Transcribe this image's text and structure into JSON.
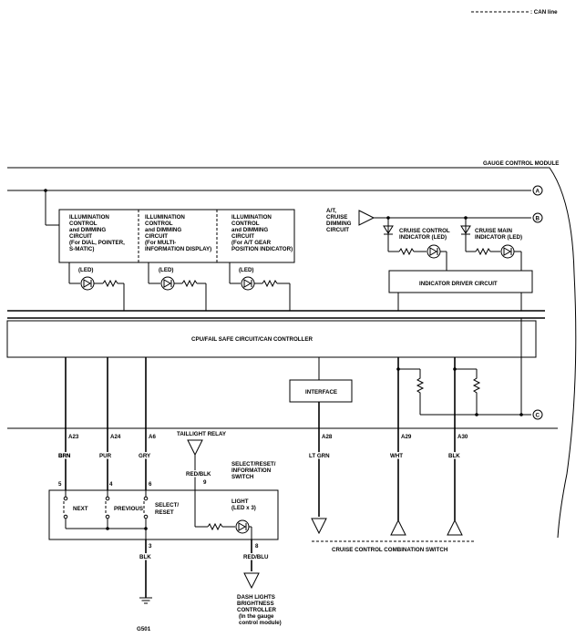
{
  "legend": {
    "can_line": ": CAN line"
  },
  "module": {
    "title": "GAUGE CONTROL MODULE"
  },
  "terminals": {
    "a": "A",
    "b": "B",
    "c": "C"
  },
  "illum_boxes": [
    {
      "lines": [
        "ILLUMINATION",
        "CONTROL",
        "and DIMMING",
        "CIRCUIT",
        "(For DIAL, POINTER,",
        "S-MATIC)"
      ]
    },
    {
      "lines": [
        "ILLUMINATION",
        "CONTROL",
        "and DIMMING",
        "CIRCUIT",
        "(For MULTI-",
        "INFORMATION DISPLAY)"
      ]
    },
    {
      "lines": [
        "ILLUMINATION",
        "CONTROL",
        "and DIMMING",
        "CIRCUIT",
        "(For A/T GEAR",
        "POSITION INDICATOR)"
      ]
    }
  ],
  "led_label": "(LED)",
  "at_dimming": [
    "A/T,",
    "CRUISE",
    "DIMMING",
    "CIRCUIT"
  ],
  "cruise_control_indicator": [
    "CRUISE CONTROL",
    "INDICATOR (LED)"
  ],
  "cruise_main_indicator": [
    "CRUISE MAIN",
    "INDICATOR (LED)"
  ],
  "indicator_driver": "INDICATOR DRIVER CIRCUIT",
  "cpu": "CPU/FAIL SAFE CIRCUIT/CAN CONTROLLER",
  "interface": "INTERFACE",
  "connectors": {
    "a23": "A23",
    "a24": "A24",
    "a6": "A6",
    "a28": "A28",
    "a29": "A29",
    "a30": "A30"
  },
  "wires": {
    "brn": "BRN",
    "pur": "PUR",
    "gry": "GRY",
    "lt_grn": "LT GRN",
    "wht": "WHT",
    "blk_a30": "BLK",
    "red_blk": "RED/BLK",
    "red_blu": "RED/BLU",
    "blk_g": "BLK"
  },
  "taillight_relay": "TAILLIGHT RELAY",
  "switch_title": [
    "SELECT/RESET/",
    "INFORMATION",
    "SWITCH"
  ],
  "pins": {
    "p5": "5",
    "p4": "4",
    "p6": "6",
    "p9": "9",
    "p3": "3",
    "p8": "8"
  },
  "buttons": {
    "next": "NEXT",
    "previous": "PREVIOUS",
    "select_reset": [
      "SELECT/",
      "RESET"
    ]
  },
  "light": [
    "LIGHT",
    "(LED x 3)"
  ],
  "dash_lights": [
    "DASH LIGHTS",
    "BRIGHTNESS",
    "CONTROLLER",
    "(In the gauge",
    "control module)"
  ],
  "ground": "G501",
  "cruise_switch": "CRUISE CONTROL COMBINATION SWITCH"
}
